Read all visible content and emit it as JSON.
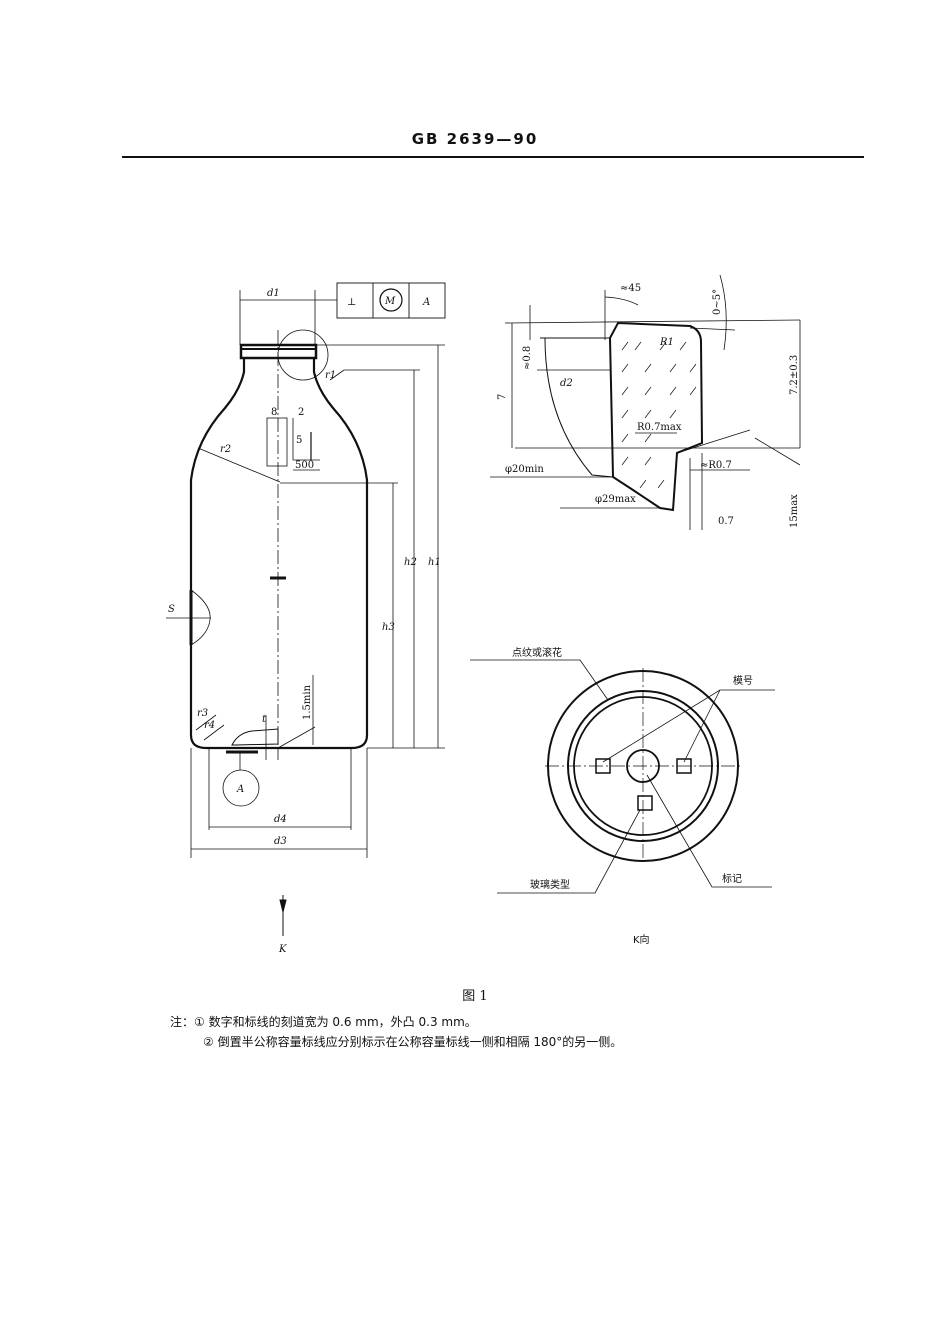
{
  "header": {
    "standard_number": "GB 2639—90"
  },
  "figure": {
    "caption": "图 1",
    "bottle_labels": {
      "d1": "d1",
      "d2": "d2",
      "d3": "d3",
      "d4": "d4",
      "h1": "h1",
      "h2": "h2",
      "h3": "h3",
      "r1": "r1",
      "r2": "r2",
      "r3": "r3",
      "r4": "r4",
      "s": "S",
      "t": "t",
      "k": "K",
      "datum_a": "A",
      "frame_symbol_perpendicular": "⊥",
      "frame_m": "M",
      "frame_a": "A",
      "mark_8": "8",
      "mark_2": "2",
      "mark_5": "5",
      "mark_500": "500",
      "min_15": "1.5min"
    },
    "detail_labels": {
      "angle45": "≈45",
      "angle05": "0~5°",
      "r1": "R1",
      "dim08": "≈0.8",
      "dim7": "7",
      "d2": "d2",
      "r07max": "R0.7max",
      "r07": "≈R0.7",
      "phi20": "φ20min",
      "phi29": "φ29max",
      "dim72": "7.2±0.3",
      "dim07": "0.7",
      "dim15": "15max"
    },
    "k_view": {
      "label_knurl": "点纹或滚花",
      "label_mold": "模号",
      "label_glass": "玻璃类型",
      "label_mark": "标记",
      "caption": "K向"
    }
  },
  "notes": {
    "prefix": "注：",
    "items": [
      "① 数字和标线的刻道宽为 0.6 mm，外凸 0.3 mm。",
      "② 倒置半公称容量标线应分别标示在公称容量标线一侧和相隔 180°的另一侧。"
    ]
  }
}
